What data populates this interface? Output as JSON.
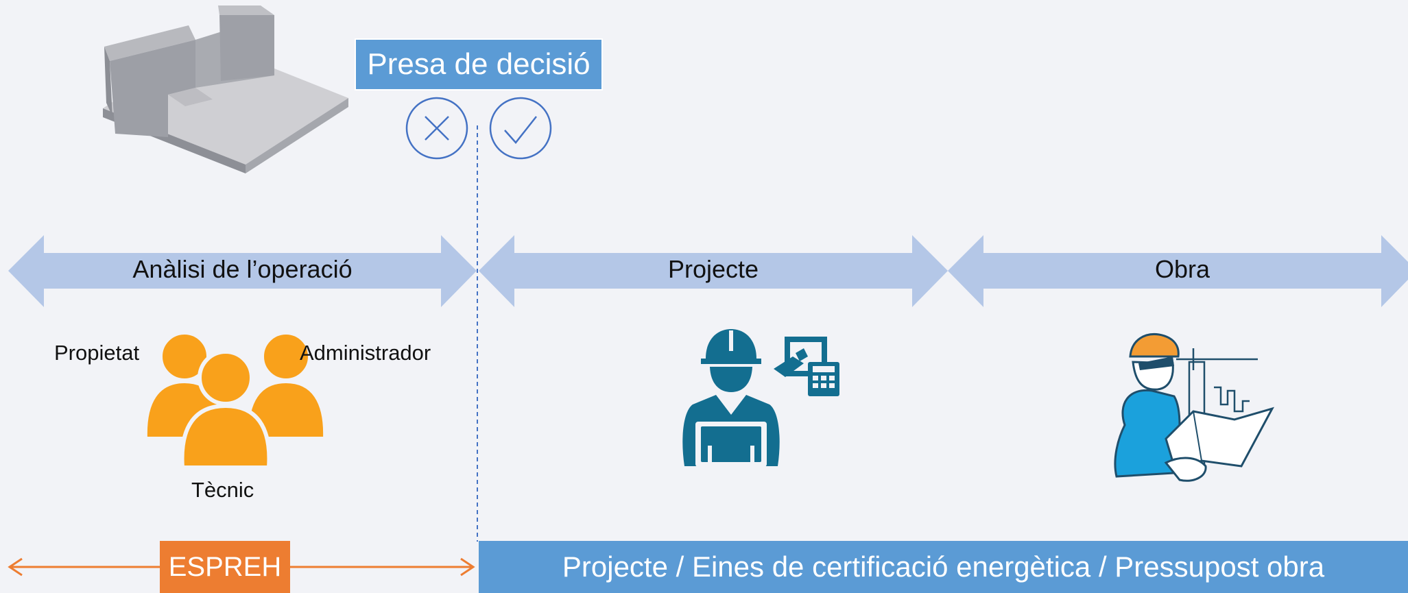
{
  "decision": {
    "label": "Presa de decisió",
    "reject_icon": "close-circle-icon",
    "accept_icon": "check-circle-icon"
  },
  "phases": [
    {
      "label": "Anàlisi de l’operació"
    },
    {
      "label": "Projecte"
    },
    {
      "label": "Obra"
    }
  ],
  "stakeholders": {
    "left": "Propietat",
    "right": "Administrador",
    "bottom": "Tècnic"
  },
  "bottom": {
    "espreh": "ESPREH",
    "tools": "Projecte / Eines de certificació energètica / Pressupost obra"
  },
  "colors": {
    "arrow": "#b4c7e7",
    "blue": "#5b9bd5",
    "orange": "#ed7d31",
    "people": "#f9a11b",
    "teal": "#136e90",
    "cyan": "#1ba1dc",
    "bg": "#f2f3f7"
  },
  "icons": [
    "building-model-icon",
    "people-group-icon",
    "engineer-designer-icon",
    "site-inspector-icon"
  ]
}
